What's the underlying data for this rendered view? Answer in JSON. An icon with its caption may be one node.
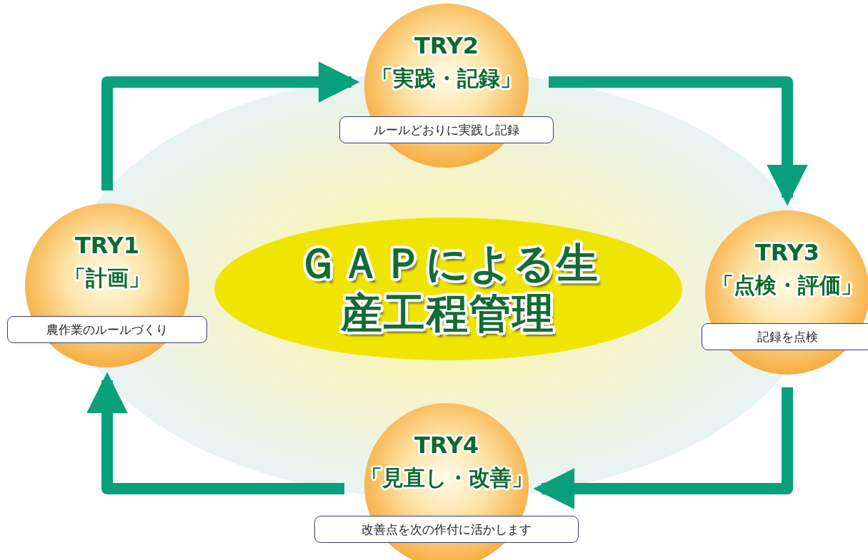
{
  "diagram": {
    "nodes": [
      {
        "text": [
          "TRY2",
          "「実践・記録」",
          "ルールどおりに実践し記録"
        ]
      },
      {
        "text": [
          "TRY1",
          "「計画」",
          "農作業のルールづくり"
        ]
      },
      {
        "text": [
          "ＧＡＰによる生産工程管理"
        ]
      },
      {
        "text": [
          "TRY3",
          "「点検・評価」",
          "記録を点検"
        ]
      },
      {
        "text": [
          "TRY4",
          "「見直し・改善」",
          "改善点を次の作付に活かします"
        ]
      }
    ],
    "edges": [
      {
        "from": 1,
        "to": 0,
        "arrow": "to"
      },
      {
        "from": 0,
        "to": 3,
        "arrow": "to"
      },
      {
        "from": 3,
        "to": 4,
        "arrow": "to"
      },
      {
        "from": 4,
        "to": 1,
        "arrow": "to"
      }
    ]
  }
}
